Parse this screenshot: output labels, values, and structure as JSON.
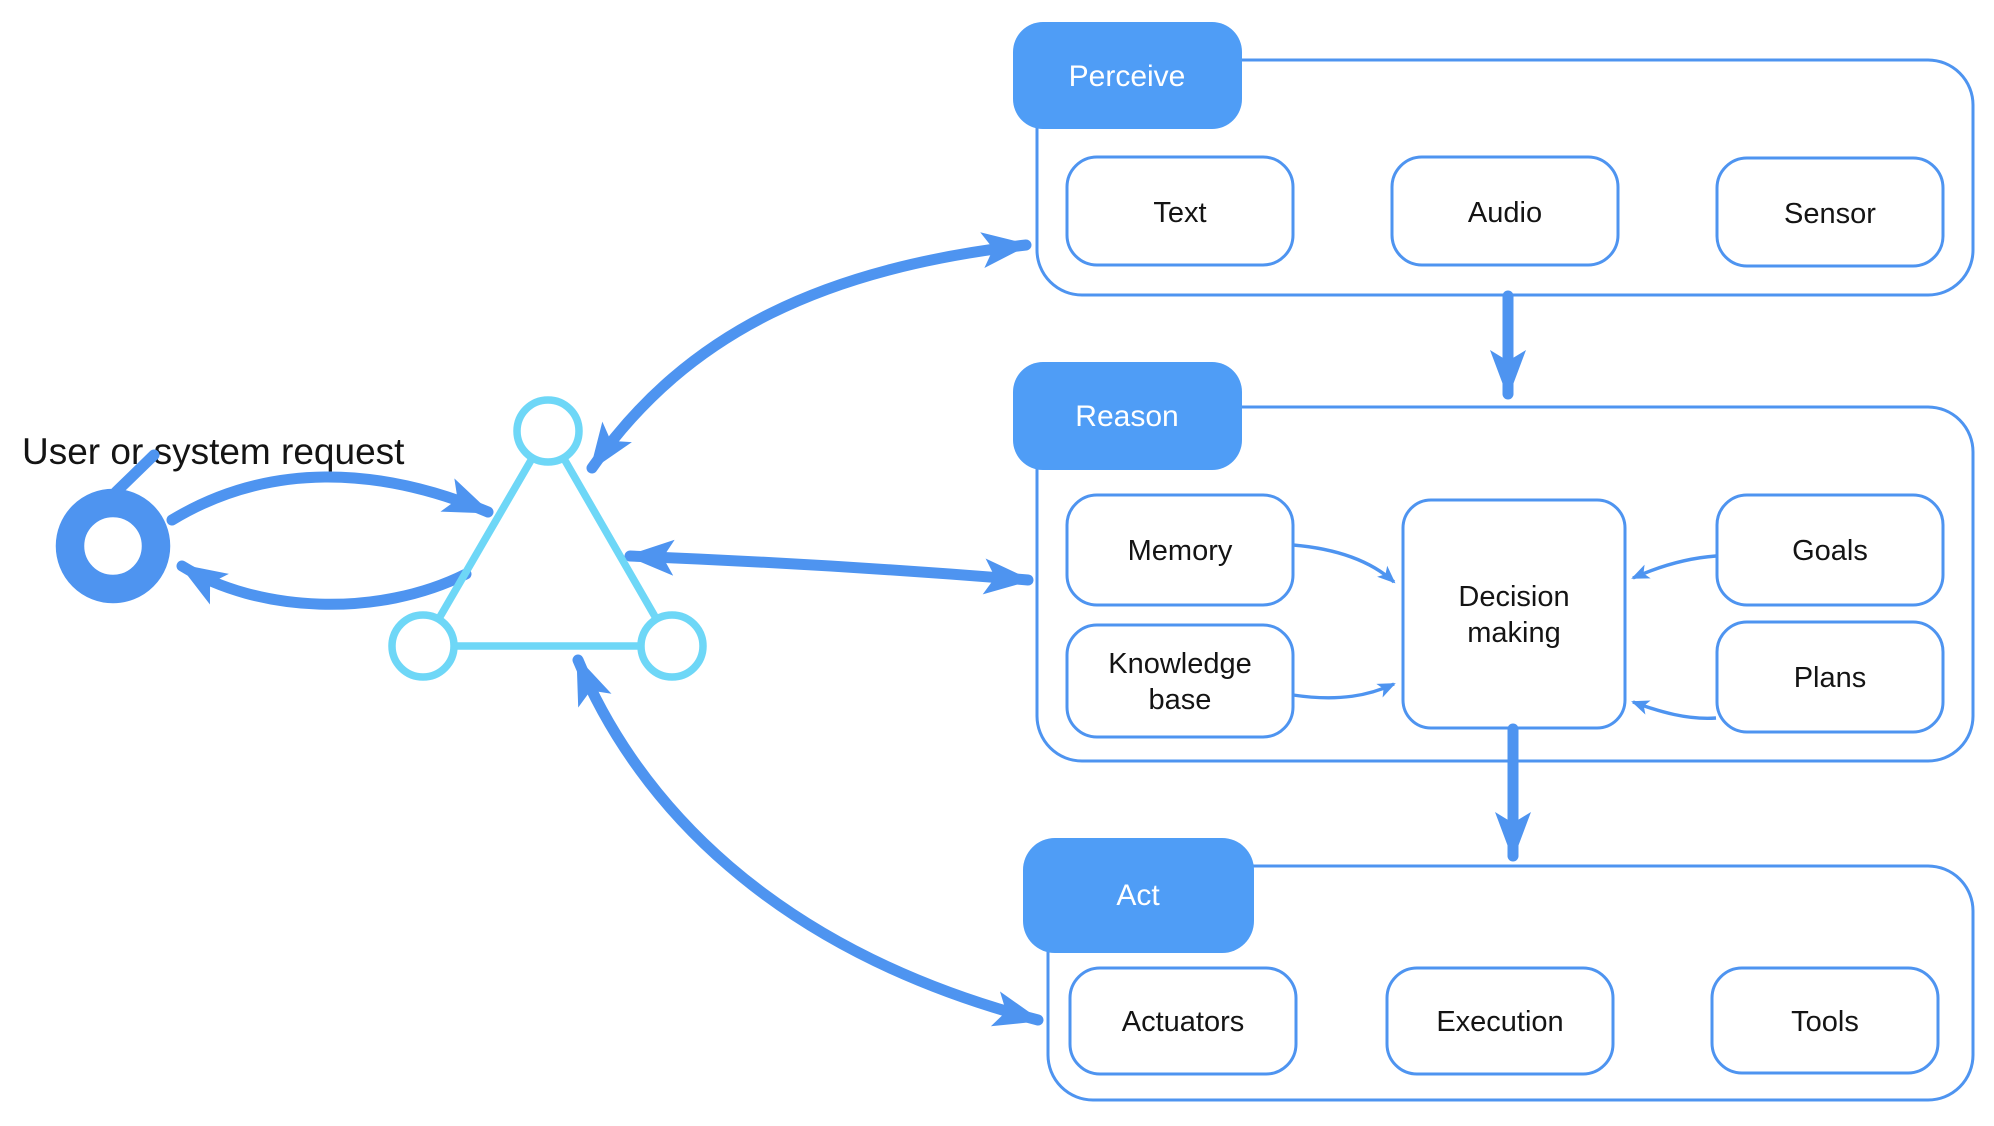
{
  "request": {
    "label": "User or system request"
  },
  "sections": [
    {
      "tab": "Perceive",
      "items": [
        {
          "label": "Text"
        },
        {
          "label": "Audio"
        },
        {
          "label": "Sensor"
        }
      ]
    },
    {
      "tab": "Reason",
      "items": [
        {
          "label": "Memory"
        },
        {
          "label": "Knowledge base",
          "lines": [
            "Knowledge",
            "base"
          ]
        },
        {
          "label": "Decision making",
          "lines": [
            "Decision",
            "making"
          ]
        },
        {
          "label": "Goals"
        },
        {
          "label": "Plans"
        }
      ]
    },
    {
      "tab": "Act",
      "items": [
        {
          "label": "Actuators"
        },
        {
          "label": "Execution"
        },
        {
          "label": "Tools"
        }
      ]
    }
  ],
  "icons": {
    "user_request": "ring-circle-icon",
    "agent": "triangle-with-vertex-circles-icon"
  },
  "colors": {
    "primary_blue": "#4E94F0",
    "tab_blue": "#4F9DF6",
    "triangle_cyan": "#6ED7F7",
    "label_text": "#141414",
    "background": "#ffffff"
  }
}
